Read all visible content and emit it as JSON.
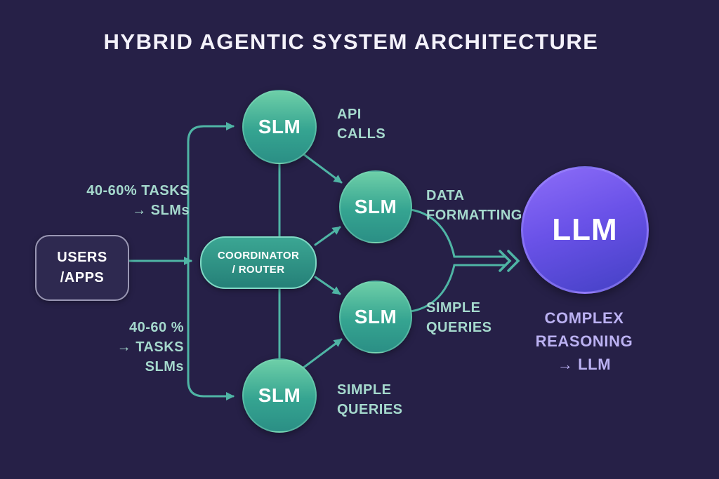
{
  "title": "HYBRID AGENTIC SYSTEM ARCHITECTURE",
  "nodes": {
    "users": {
      "label": "USERS\n/APPS"
    },
    "coordinator": {
      "label": "COORDINATOR\n/ ROUTER"
    },
    "slm_top": {
      "label": "SLM"
    },
    "slm_upper": {
      "label": "SLM"
    },
    "slm_lower": {
      "label": "SLM"
    },
    "slm_bottom": {
      "label": "SLM"
    },
    "llm": {
      "label": "LLM"
    }
  },
  "annotations": {
    "tasks_to_slms_top": "40-60% TASKS\n→ SLMs",
    "tasks_to_slms_bottom": "40-60 %\n→ TASKS\nSLMs",
    "api_calls": "API\nCALLS",
    "data_formatting": "DATA\nFORMATTING",
    "simple_queries_mid": "SIMPLE\nQUERIES",
    "simple_queries_bottom": "SIMPLE\nQUERIES",
    "complex_reasoning": "COMPLEX\nREASONING\n→ LLM"
  },
  "colors": {
    "background": "#262047",
    "arrow": "#4fb5a5",
    "teal_label_text": "#a5d9cd",
    "purple_label_text": "#bbb1f2",
    "slm_fill_top": "#6ecfa8",
    "slm_fill_bottom": "#2b8f85",
    "llm_fill_top": "#8d6df8",
    "llm_fill_bottom": "#4340c4"
  }
}
